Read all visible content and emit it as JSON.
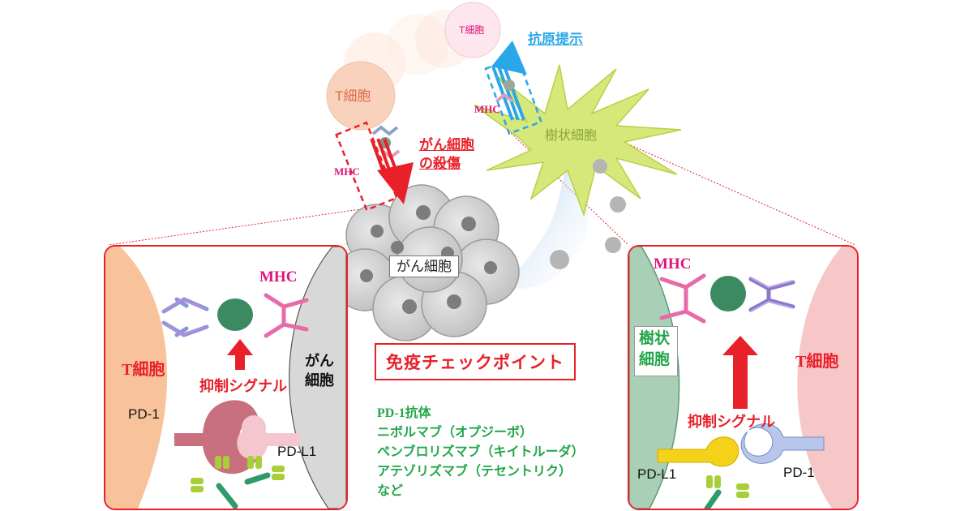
{
  "top": {
    "t_cell_left": "T細胞",
    "t_cell_right": "T細胞",
    "mhc_left": "MHC",
    "mhc_right": "MHC",
    "kill_line1": "がん細胞",
    "kill_line2": "の殺傷",
    "antigen_presentation": "抗原提示",
    "dendritic_cell": "樹状細胞",
    "cancer_cell": "がん細胞"
  },
  "left_panel": {
    "mhc": "MHC",
    "t_cell": "T細胞",
    "cancer_line1": "がん",
    "cancer_line2": "細胞",
    "inhibit_signal": "抑制シグナル",
    "pd1": "PD-1",
    "pdl1": "PD-L1"
  },
  "right_panel": {
    "mhc": "MHC",
    "dendritic_line1": "樹状",
    "dendritic_line2": "細胞",
    "t_cell": "T細胞",
    "inhibit_signal": "抑制シグナル",
    "pdl1": "PD-L1",
    "pd1": "PD-1"
  },
  "center": {
    "checkpoint": "免疫チェックポイント",
    "antibody_title": "PD-1抗体",
    "drugs": [
      "ニボルマブ（オプジーボ）",
      "ペンブロリズマブ（キイトルーダ）",
      "アテゾリズマブ（テセントリク）",
      "など"
    ]
  },
  "colors": {
    "red": "#e8202a",
    "green_text": "#22a64a",
    "blue": "#2aa7e8",
    "magenta": "#e0147c",
    "t_cell_fill": "#f7c9a6",
    "dendritic_fill": "#d7e87a",
    "cancer_fill": "#d8d8d8"
  }
}
